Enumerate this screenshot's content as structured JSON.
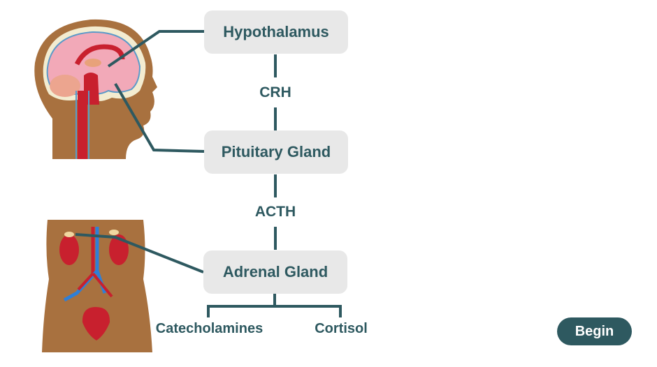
{
  "diagram": {
    "nodes": {
      "hypothalamus": "Hypothalamus",
      "pituitary": "Pituitary Gland",
      "adrenal": "Adrenal Gland"
    },
    "hormones": {
      "crh": "CRH",
      "acth": "ACTH"
    },
    "outputs": [
      "Catecholamines",
      "Cortisol"
    ],
    "colors": {
      "primary": "#2e5960",
      "box": "#e8e8e8",
      "skin": "#a8713f",
      "brain": "#f2a9b8",
      "organ": "#c8202e",
      "vein": "#2f7fd6"
    }
  },
  "controls": {
    "begin_label": "Begin"
  }
}
